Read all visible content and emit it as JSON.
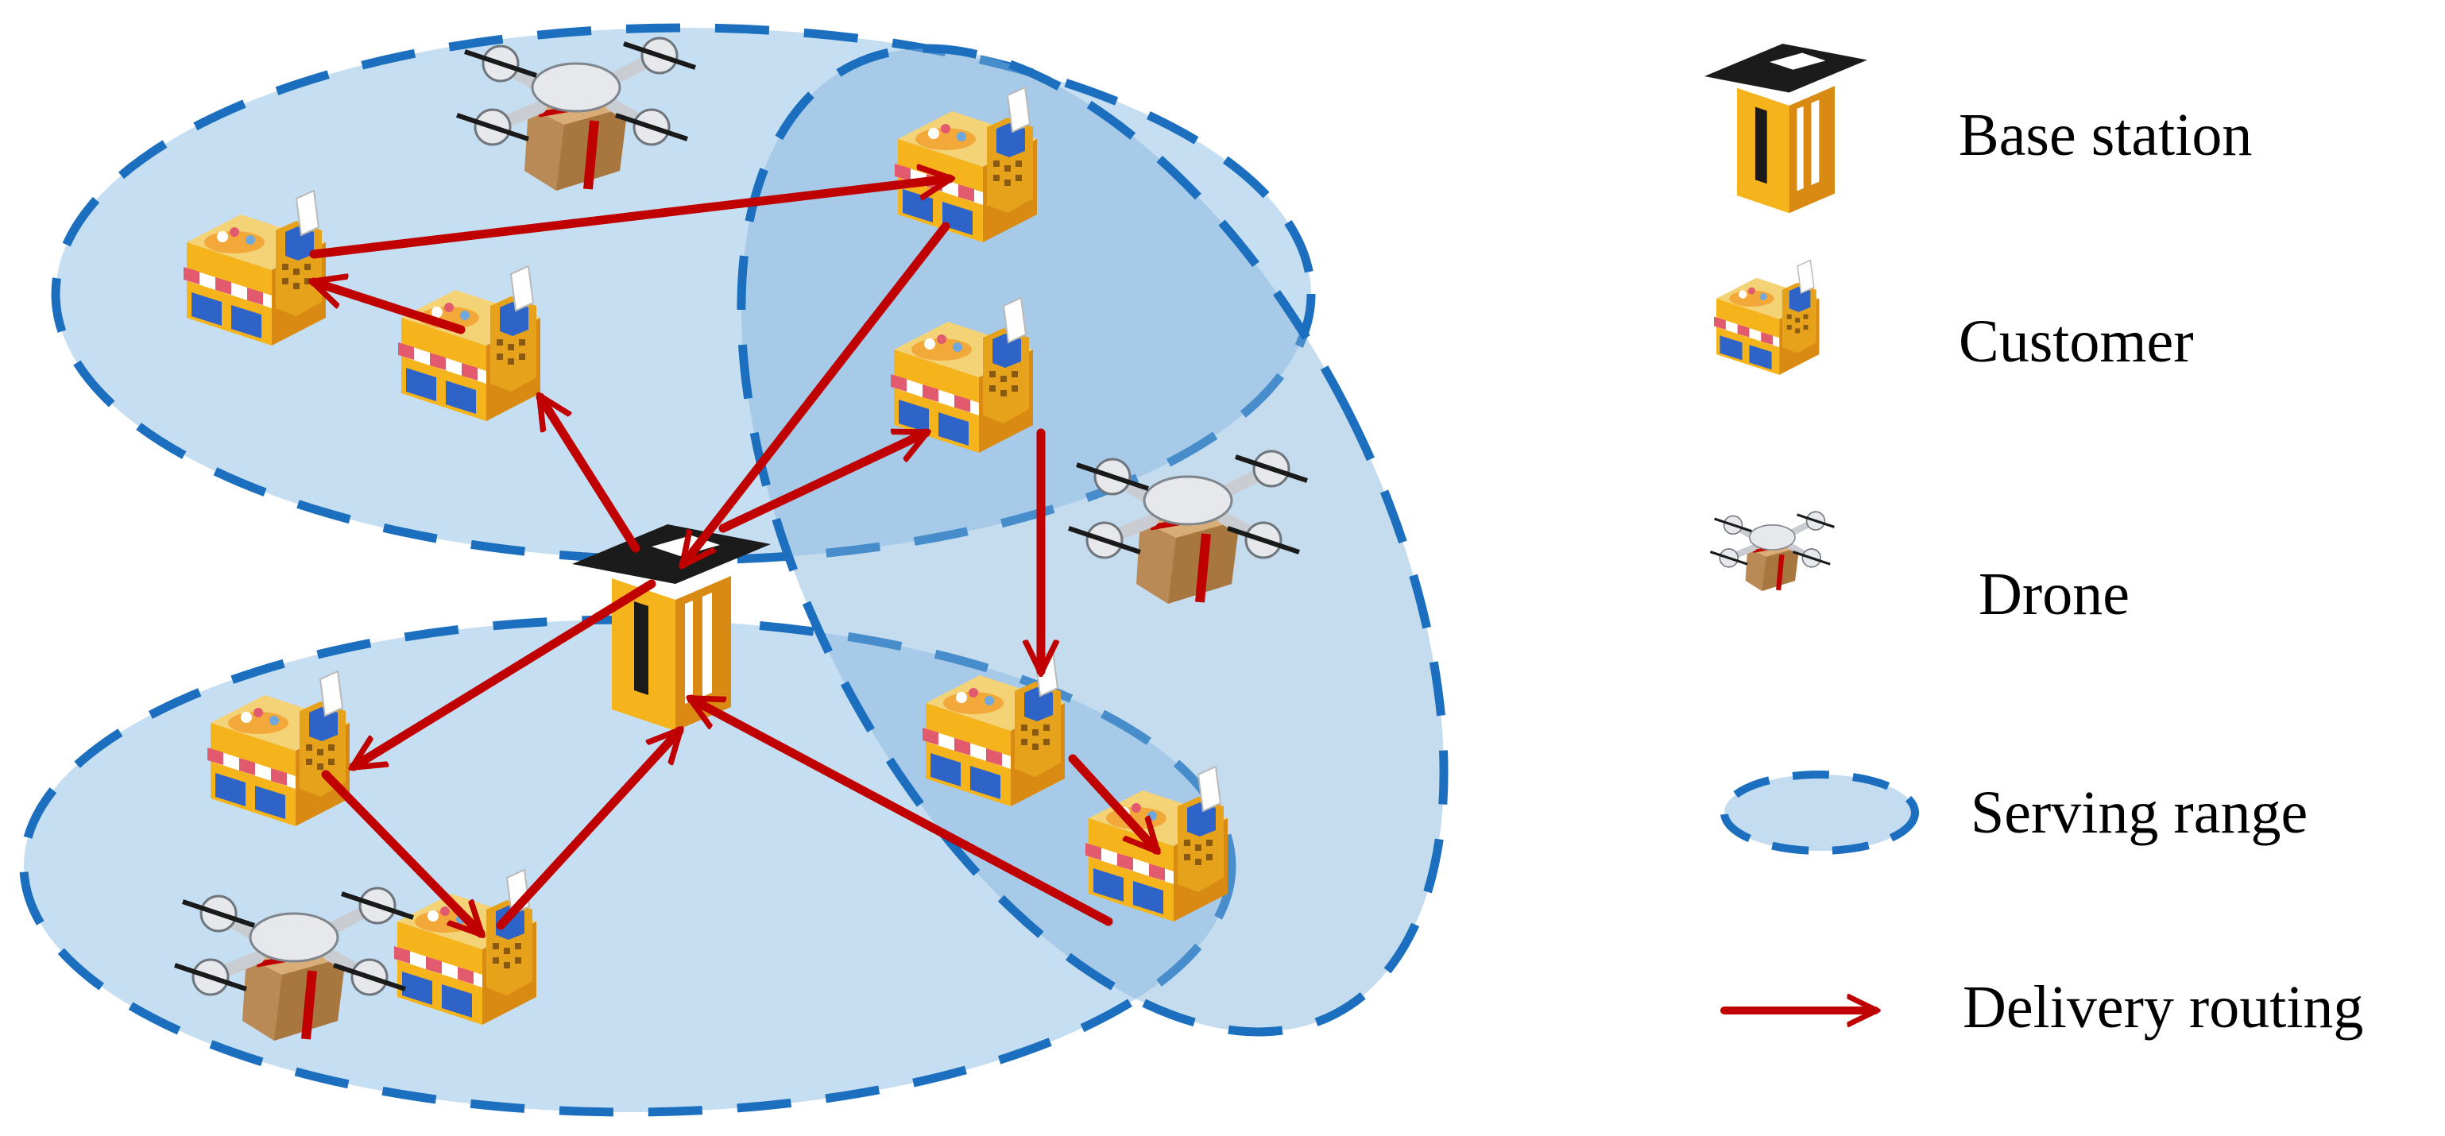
{
  "colors": {
    "range_fill": "#c3dcf0",
    "range_overlap": "#9fc6e6",
    "range_stroke": "#1b6fbe",
    "route": "#c00000",
    "building_yellow": "#f6b41c",
    "building_orange": "#e08a12",
    "roof_dark": "#1b1b1b",
    "awning_red": "#e25a6e",
    "window_blue": "#2e64c8",
    "drone_grey": "#c9ccd1",
    "parcel_brown": "#b98956"
  },
  "legend": {
    "base_station": {
      "label": "Base station",
      "icon": "base-station-icon"
    },
    "customer": {
      "label": "Customer",
      "icon": "customer-icon"
    },
    "drone": {
      "label": "Drone",
      "icon": "drone-icon"
    },
    "serving_range": {
      "label": "Serving range",
      "icon": "serving-range-icon"
    },
    "delivery_routing": {
      "label": "Delivery routing",
      "icon": "delivery-routing-icon"
    }
  }
}
